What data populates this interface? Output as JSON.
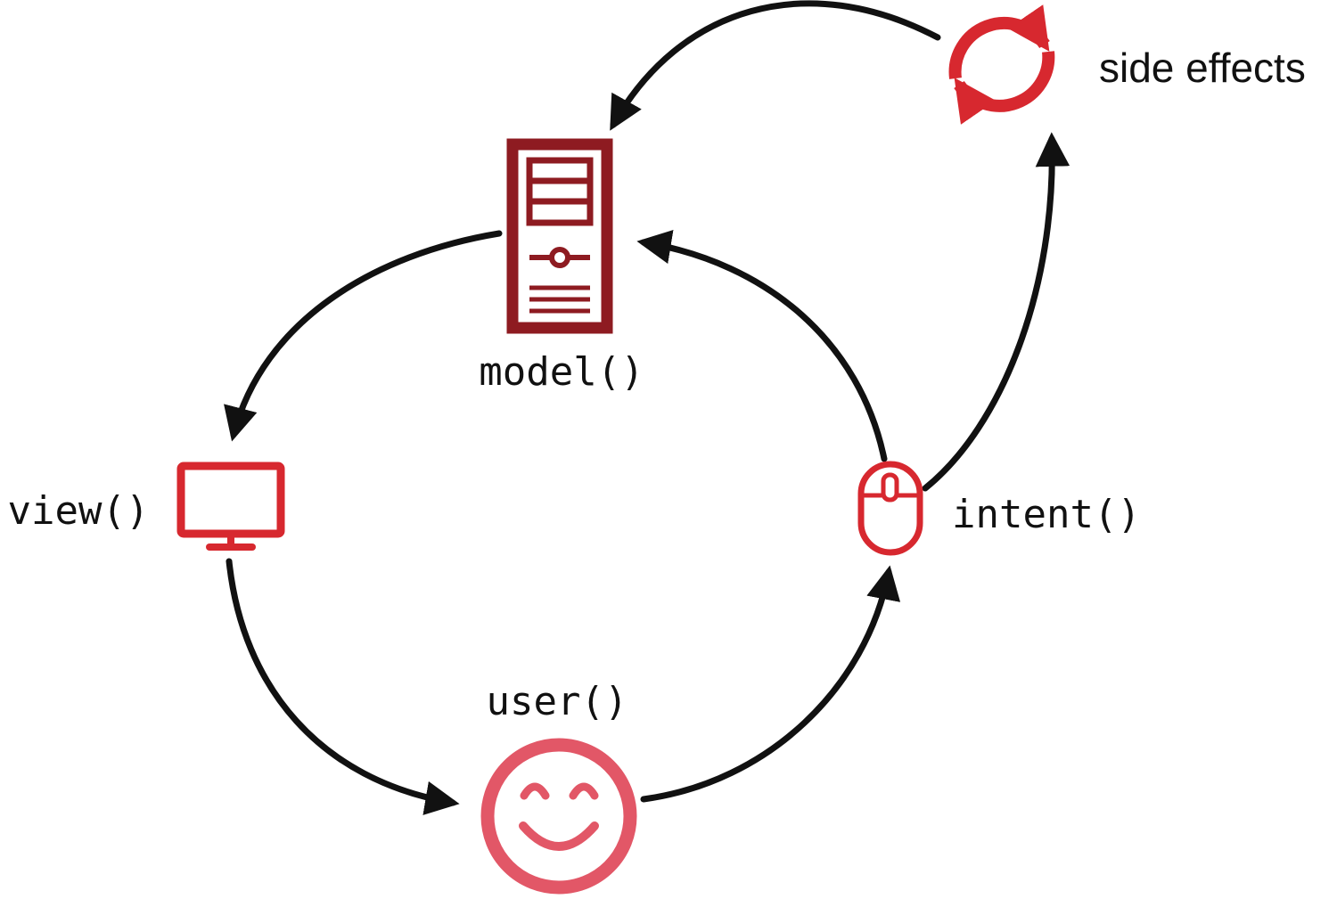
{
  "diagram": {
    "type": "cycle-diagram",
    "nodes": {
      "model": {
        "label": "model()",
        "icon": "server-tower-icon"
      },
      "view": {
        "label": "view()",
        "icon": "monitor-icon"
      },
      "user": {
        "label": "user()",
        "icon": "smiley-face-icon"
      },
      "intent": {
        "label": "intent()",
        "icon": "mouse-icon"
      },
      "side_effects": {
        "label": "side effects",
        "icon": "sync-arrows-icon"
      }
    },
    "edges": [
      {
        "from": "model",
        "to": "view"
      },
      {
        "from": "view",
        "to": "user"
      },
      {
        "from": "user",
        "to": "intent"
      },
      {
        "from": "intent",
        "to": "model"
      },
      {
        "from": "intent",
        "to": "side_effects"
      },
      {
        "from": "side_effects",
        "to": "model"
      }
    ],
    "colors": {
      "model": "#8e1b21",
      "view": "#d7282f",
      "user": "#e25767",
      "intent": "#d7282f",
      "side_effects": "#d7282f",
      "arrow": "#111111",
      "background": "#ffffff"
    }
  }
}
